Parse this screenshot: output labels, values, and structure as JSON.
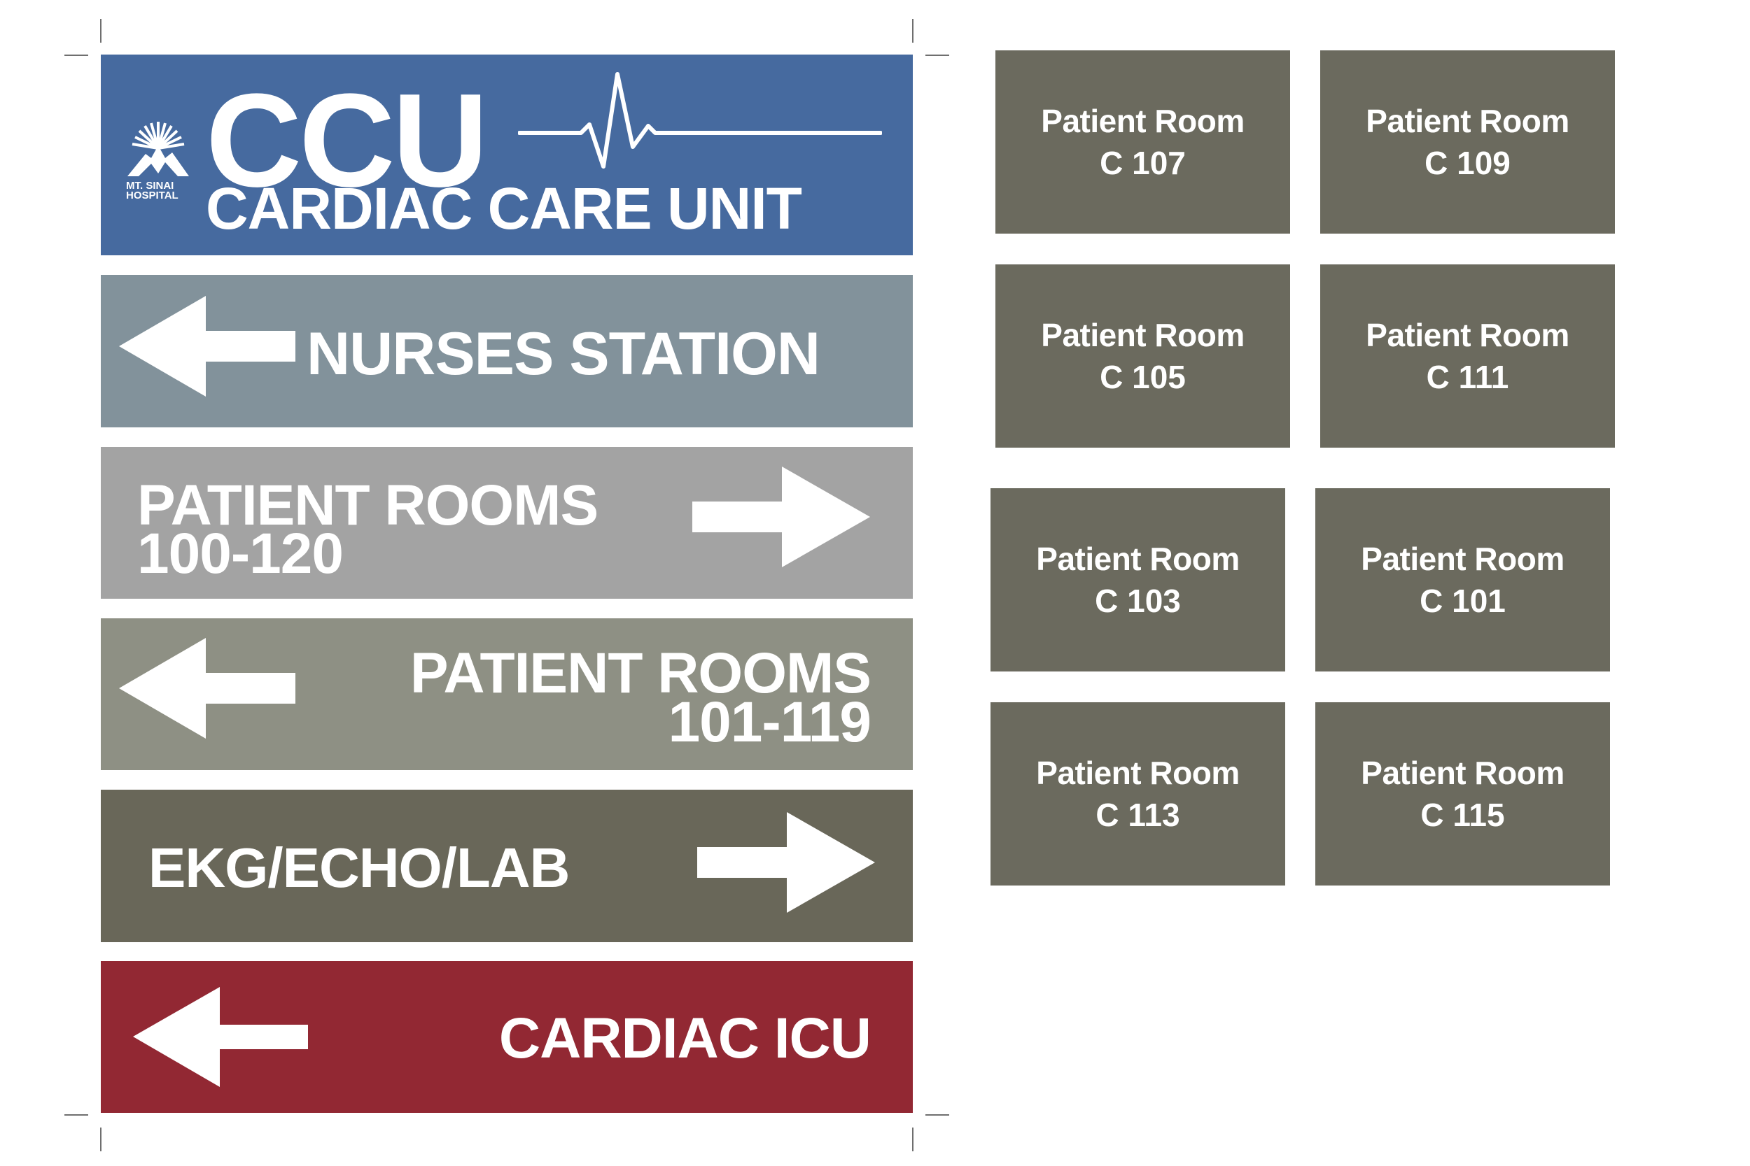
{
  "colors": {
    "ccu_blue": "#466a9f",
    "nurses_blue_gray": "#82929b",
    "rooms_even_gray": "#a3a3a3",
    "rooms_odd_gray": "#8e9084",
    "ekg_dark_gray": "#696759",
    "cardiac_icu_red": "#922833",
    "room_tile_gray": "#6b6a5e",
    "text": "#ffffff"
  },
  "header_sign": {
    "logo": {
      "icon": "mountain-sunburst-icon",
      "line1": "MT. SINAI",
      "line2": "HOSPITAL"
    },
    "title": "CCU",
    "subtitle": "CARDIAC CARE UNIT",
    "decoration": "heartbeat-line-icon"
  },
  "directional_signs": [
    {
      "label": "NURSES STATION",
      "arrow": "left"
    },
    {
      "label_line1": "PATIENT ROOMS",
      "label_line2": "100-120",
      "arrow": "right"
    },
    {
      "label_line1": "PATIENT ROOMS",
      "label_line2": "101-119",
      "arrow": "left"
    },
    {
      "label": "EKG/ECHO/LAB",
      "arrow": "right"
    },
    {
      "label": "CARDIAC ICU",
      "arrow": "left"
    }
  ],
  "room_signs": [
    {
      "label": "Patient Room",
      "number": "C 107"
    },
    {
      "label": "Patient Room",
      "number": "C 109"
    },
    {
      "label": "Patient Room",
      "number": "C 105"
    },
    {
      "label": "Patient Room",
      "number": "C 111"
    },
    {
      "label": "Patient Room",
      "number": "C 103"
    },
    {
      "label": "Patient Room",
      "number": "C 101"
    },
    {
      "label": "Patient Room",
      "number": "C 113"
    },
    {
      "label": "Patient Room",
      "number": "C 115"
    }
  ]
}
